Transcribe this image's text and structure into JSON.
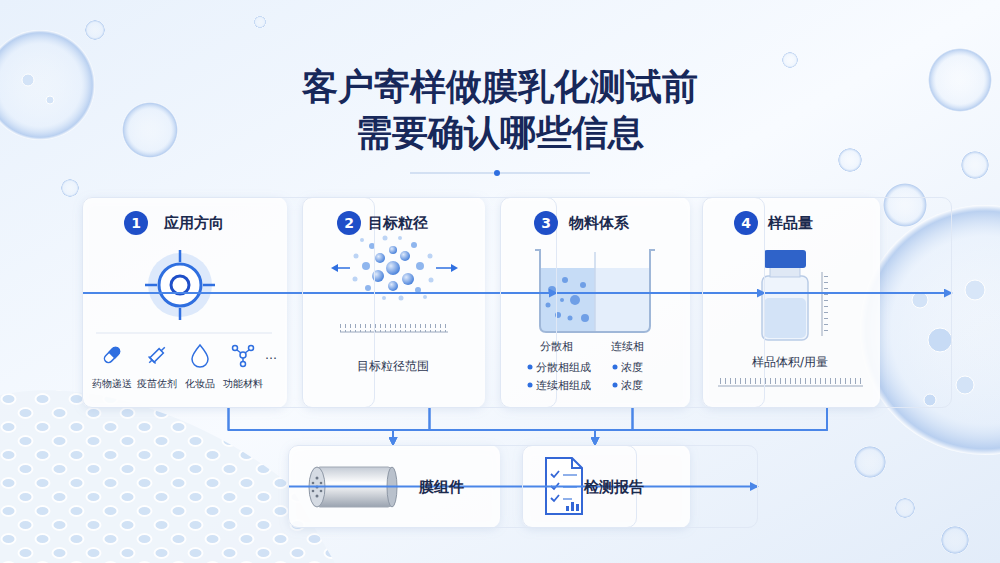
{
  "diagram": {
    "title": "客户寄样做膜乳化测试前 需要确认哪些信息",
    "nodes": [
      {
        "text": [
          "应用方向"
        ]
      },
      {
        "text": [
          "1"
        ],
        "in": 0
      },
      {
        "text": [
          "目标粒径"
        ]
      },
      {
        "text": [
          "2"
        ],
        "in": 2
      },
      {
        "text": [
          "物料体系"
        ]
      },
      {
        "text": [
          "3"
        ],
        "in": 4
      },
      {
        "text": [
          "样品量"
        ]
      },
      {
        "text": [
          "4"
        ],
        "in": 6
      },
      {
        "text": [
          "膜组件"
        ]
      },
      {
        "text": [
          "检测报告"
        ]
      }
    ],
    "edges": [
      {
        "from": 0,
        "to": 2,
        "arrow": "to"
      },
      {
        "from": 2,
        "to": 4,
        "arrow": "to"
      },
      {
        "from": 4,
        "to": 6,
        "arrow": "to"
      },
      {
        "from": 0,
        "to": 8,
        "arrow": "to"
      },
      {
        "from": 2,
        "to": 8,
        "arrow": "to"
      },
      {
        "from": 4,
        "to": 8,
        "arrow": "to"
      },
      {
        "from": 6,
        "to": 8,
        "arrow": "to"
      },
      {
        "from": 0,
        "to": 9,
        "arrow": "to"
      },
      {
        "from": 2,
        "to": 9,
        "arrow": "to"
      },
      {
        "from": 4,
        "to": 9,
        "arrow": "to"
      },
      {
        "from": 6,
        "to": 9,
        "arrow": "to"
      },
      {
        "from": 8,
        "to": 9,
        "arrow": "to"
      }
    ],
    "labels": [
      "药物递送",
      "疫苗佐剂",
      "化妆品",
      "功能材料",
      "…",
      "目标粒径范围",
      "分散相",
      "连续相",
      "分散相组成",
      "浓度",
      "连续相组成",
      "浓度",
      "样品体积/用量"
    ]
  }
}
